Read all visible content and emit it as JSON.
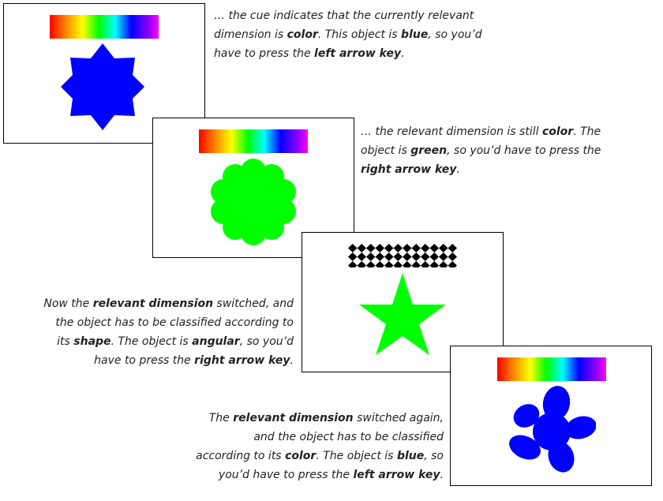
{
  "colors": {
    "blue": "#0000ff",
    "green": "#00ff00",
    "cue_pattern": "#000000",
    "rainbow": [
      "#ff0000",
      "#ff8800",
      "#ffff00",
      "#00ff00",
      "#00ffff",
      "#0000ff",
      "#8800ff",
      "#ff00ff"
    ]
  },
  "cues": {
    "color": "rainbow-gradient-bar",
    "shape": "black-diamond-pattern-bar"
  },
  "slides": [
    {
      "cue": "color",
      "object": "8-point-star",
      "object_color": "blue",
      "caption": [
        {
          "t": "… the cue indicates that the currently relevant"
        },
        {
          "t": "dimension is "
        },
        {
          "t": "color",
          "b": true
        },
        {
          "t": ". This object is "
        },
        {
          "t": "blue",
          "b": true
        },
        {
          "t": ", so you’d"
        },
        {
          "t": "have to press the "
        },
        {
          "t": "left arrow key",
          "b": true
        },
        {
          "t": "."
        }
      ]
    },
    {
      "cue": "color",
      "object": "scalloped-flower",
      "object_color": "green",
      "caption": [
        {
          "t": "… the relevant dimension is still "
        },
        {
          "t": "color",
          "b": true
        },
        {
          "t": ". The"
        },
        {
          "t": "object is "
        },
        {
          "t": "green",
          "b": true
        },
        {
          "t": ", so you’d have to press the"
        },
        {
          "t": "right arrow key",
          "b": true
        },
        {
          "t": "."
        }
      ]
    },
    {
      "cue": "shape",
      "object": "5-point-star",
      "object_color": "green",
      "caption": [
        {
          "t": "Now the "
        },
        {
          "t": "relevant dimension",
          "b": true
        },
        {
          "t": " switched, and"
        },
        {
          "t": "the object has to be classified according to"
        },
        {
          "t": "its "
        },
        {
          "t": "shape",
          "b": true
        },
        {
          "t": ". The object is "
        },
        {
          "t": "angular",
          "b": true
        },
        {
          "t": ", so you’d"
        },
        {
          "t": "have to press the "
        },
        {
          "t": "right arrow key",
          "b": true
        },
        {
          "t": "."
        }
      ]
    },
    {
      "cue": "color",
      "object": "rounded-blob",
      "object_color": "blue",
      "caption": [
        {
          "t": "The "
        },
        {
          "t": "relevant dimension",
          "b": true
        },
        {
          "t": " switched again,"
        },
        {
          "t": "and the object has to be classified"
        },
        {
          "t": "according to its "
        },
        {
          "t": "color",
          "b": true
        },
        {
          "t": ". The object is "
        },
        {
          "t": "blue",
          "b": true
        },
        {
          "t": ", so"
        },
        {
          "t": "you’d have to press the "
        },
        {
          "t": "left arrow key",
          "b": true
        },
        {
          "t": "."
        }
      ]
    }
  ]
}
